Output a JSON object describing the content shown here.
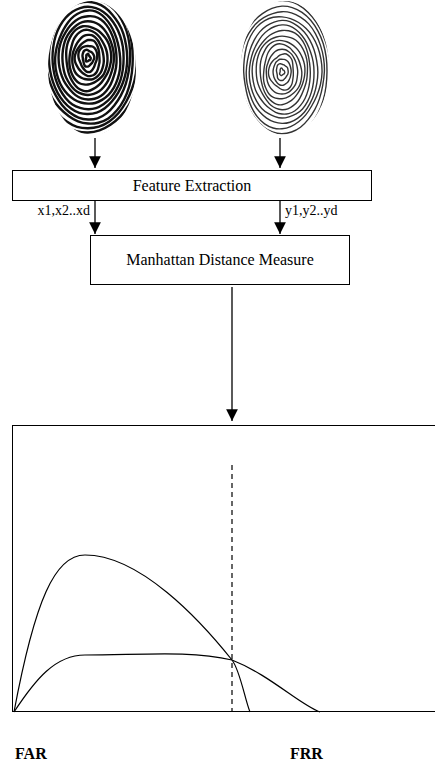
{
  "diagram": {
    "nodes": [
      {
        "text": [
          "Feature Extraction"
        ]
      },
      {
        "text": [
          "Manhattan Distance Measure"
        ]
      }
    ],
    "edges": [
      {
        "from": 0,
        "to": 1,
        "arrow": "to",
        "label": "x1,x2..xd"
      },
      {
        "from": 0,
        "to": 1,
        "arrow": "to",
        "label": "y1,y2..yd"
      }
    ],
    "labels": [
      "FAR",
      "FRR"
    ]
  }
}
